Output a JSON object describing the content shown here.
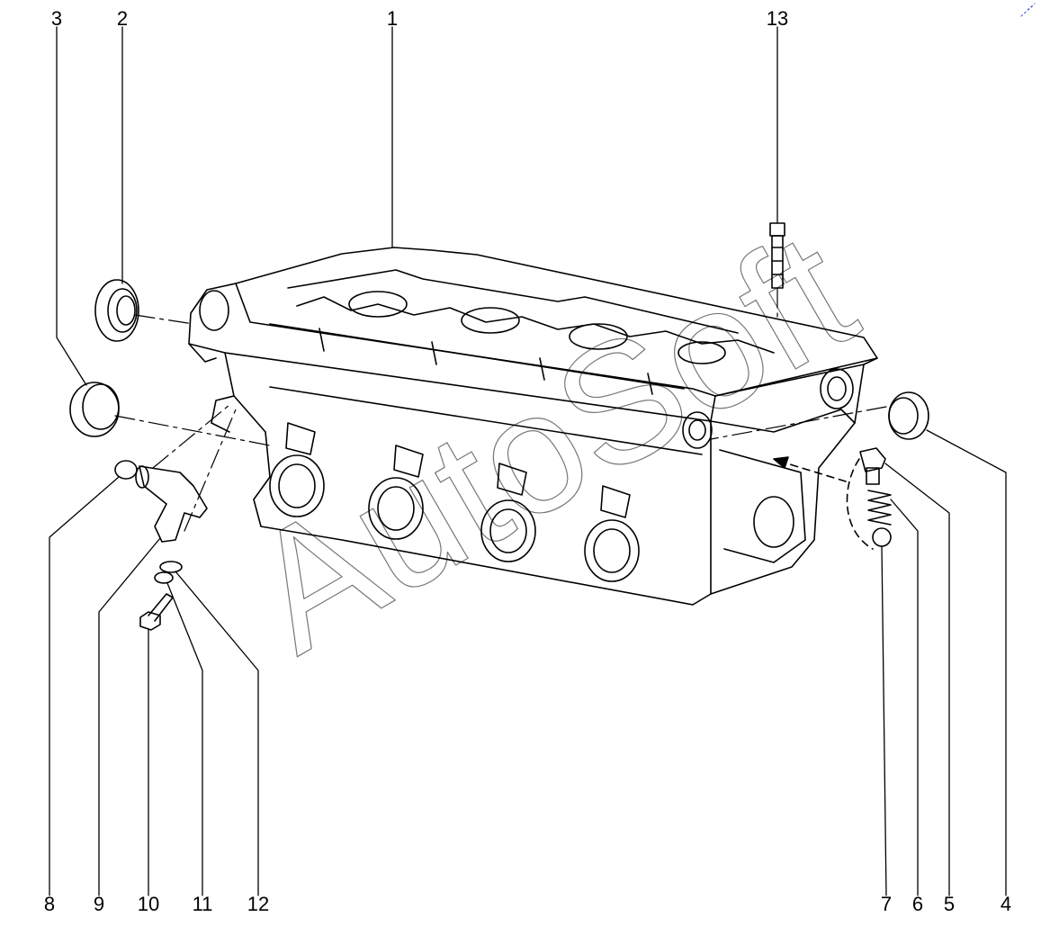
{
  "callouts": {
    "n1": "1",
    "n2": "2",
    "n3": "3",
    "n4": "4",
    "n5": "5",
    "n6": "6",
    "n7": "7",
    "n8": "8",
    "n9": "9",
    "n10": "10",
    "n11": "11",
    "n12": "12",
    "n13": "13"
  },
  "watermark": {
    "text": "AutoSoft",
    "corner_mark": "• •"
  },
  "colors": {
    "line": "#000000",
    "background": "#ffffff",
    "watermark": "#3a50e0"
  }
}
